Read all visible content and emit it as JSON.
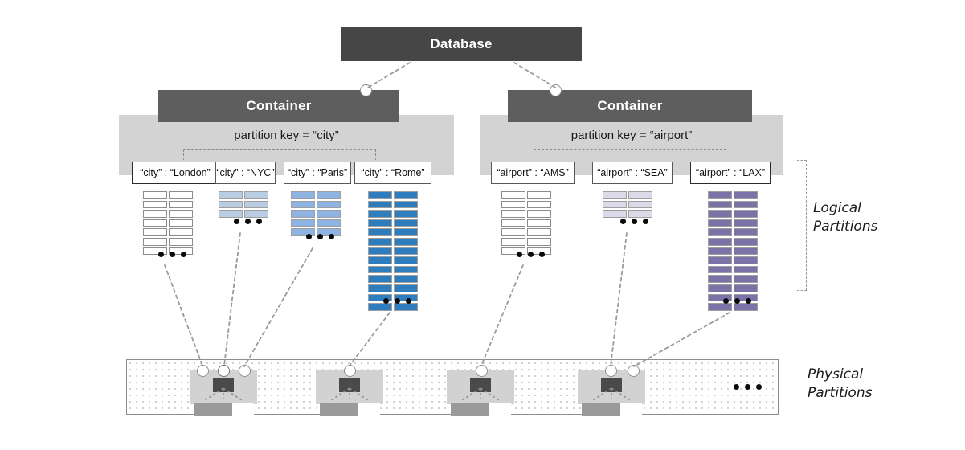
{
  "diagram": {
    "title": "Azure Cosmos DB partitioning: logical and physical partitions",
    "colors": {
      "database_bar": "#464646",
      "container_bar": "#5e5e5e",
      "panel": "#d3d3d3",
      "connector": "#9a9a9a",
      "london_fill": "#ffffff",
      "nyc_fill": "#b8cce4",
      "paris_fill": "#8eb4e3",
      "rome_fill": "#2e7ebf",
      "ams_fill": "#ffffff",
      "sea_fill": "#ded9e8",
      "lax_fill": "#7b73a8"
    }
  },
  "database": {
    "label": "Database"
  },
  "containers": [
    {
      "label": "Container",
      "partition_key_caption": "partition key = “city”",
      "partitions": [
        {
          "key_label": "“city” : “London”",
          "rows": 7,
          "fill": "#ffffff",
          "ellipsis": "•••"
        },
        {
          "key_label": "“city” : “NYC”",
          "rows": 3,
          "fill": "#b8cce4",
          "ellipsis": "•••"
        },
        {
          "key_label": "“city” : “Paris”",
          "rows": 5,
          "fill": "#8eb4e3",
          "ellipsis": "•••"
        },
        {
          "key_label": "“city” : “Rome”",
          "rows": 13,
          "fill": "#2e7ebf",
          "ellipsis": "•••"
        }
      ]
    },
    {
      "label": "Container",
      "partition_key_caption": "partition key = “airport”",
      "partitions": [
        {
          "key_label": "“airport” : “AMS”",
          "rows": 7,
          "fill": "#ffffff",
          "ellipsis": "•••"
        },
        {
          "key_label": "“airport” : “SEA”",
          "rows": 3,
          "fill": "#ded9e8",
          "ellipsis": "•••"
        },
        {
          "key_label": "“airport” : “LAX”",
          "rows": 13,
          "fill": "#7b73a8",
          "ellipsis": "•••"
        }
      ]
    }
  ],
  "side_labels": {
    "logical": "Logical\nPartitions",
    "physical": "Physical\nPartitions"
  },
  "physical": {
    "node_count": 4,
    "overflow_ellipsis": "•••"
  }
}
